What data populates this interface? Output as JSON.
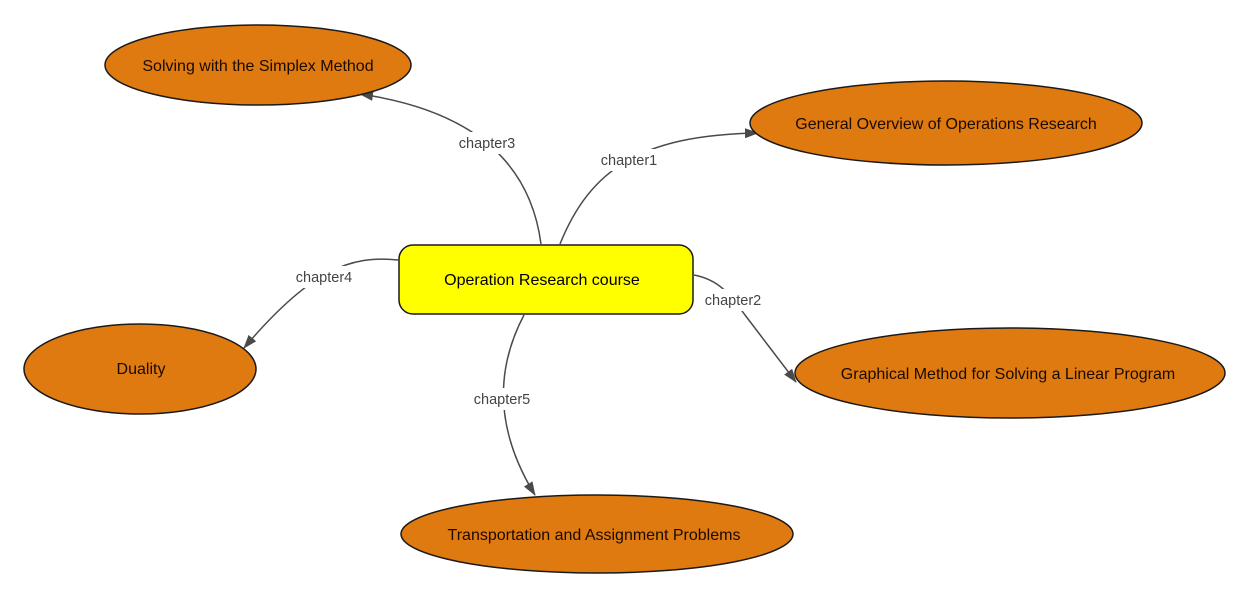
{
  "diagram": {
    "type": "mind-map",
    "colors": {
      "center_fill": "#FFFF00",
      "topic_fill": "#DF7A10",
      "edge": "#4a4a4a",
      "label_text": "#444444"
    },
    "center": {
      "id": "root",
      "label": "Operation Research course"
    },
    "nodes": [
      {
        "id": "ch1",
        "label": "General Overview of Operations Research"
      },
      {
        "id": "ch2",
        "label": "Graphical Method for Solving a Linear Program"
      },
      {
        "id": "ch3",
        "label": "Solving with the Simplex Method"
      },
      {
        "id": "ch4",
        "label": "Duality"
      },
      {
        "id": "ch5",
        "label": "Transportation and Assignment Problems"
      }
    ],
    "edges": [
      {
        "from": "root",
        "to": "ch1",
        "label": "chapter1"
      },
      {
        "from": "root",
        "to": "ch2",
        "label": "chapter2"
      },
      {
        "from": "root",
        "to": "ch3",
        "label": "chapter3"
      },
      {
        "from": "root",
        "to": "ch4",
        "label": "chapter4"
      },
      {
        "from": "root",
        "to": "ch5",
        "label": "chapter5"
      }
    ]
  }
}
